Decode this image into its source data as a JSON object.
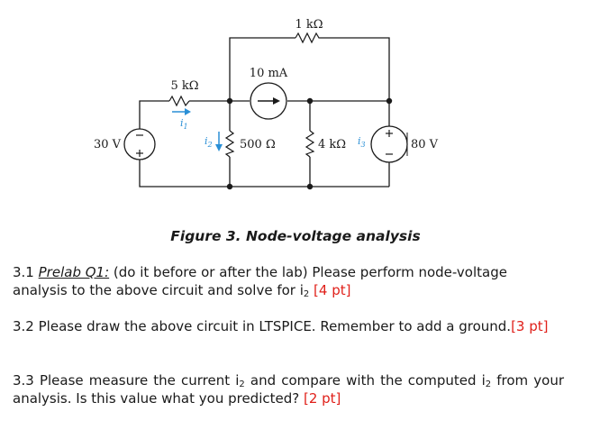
{
  "circuit": {
    "r_top": "1 kΩ",
    "r_left": "5 kΩ",
    "current_source": "10 mA",
    "r_mid": "500 Ω",
    "r_right": "4 kΩ",
    "v_left": "30 V",
    "v_right": "80 V",
    "i1": "i",
    "i1_sub": "1",
    "i2": "i",
    "i2_sub": "2",
    "i3": "i",
    "i3_sub": "3"
  },
  "caption": "Figure 3. Node-voltage analysis",
  "q1": {
    "number": "3.1",
    "prelab": "Prelab Q1:",
    "text_a": "(do it before or after the lab) Please perform node-voltage analysis to the above circuit and solve for i",
    "sub": "2",
    "points": "[4 pt]"
  },
  "q2": {
    "text": "3.2 Please draw the above circuit in LTSPICE. Remember to add a ground.",
    "points": "[3 pt]"
  },
  "q3": {
    "text_a": "3.3 Please measure the current i",
    "sub_a": "2",
    "text_b": " and compare with the computed i",
    "sub_b": "2",
    "text_c": " from your analysis. Is this value what you predicted? ",
    "points": "[2 pt]"
  }
}
